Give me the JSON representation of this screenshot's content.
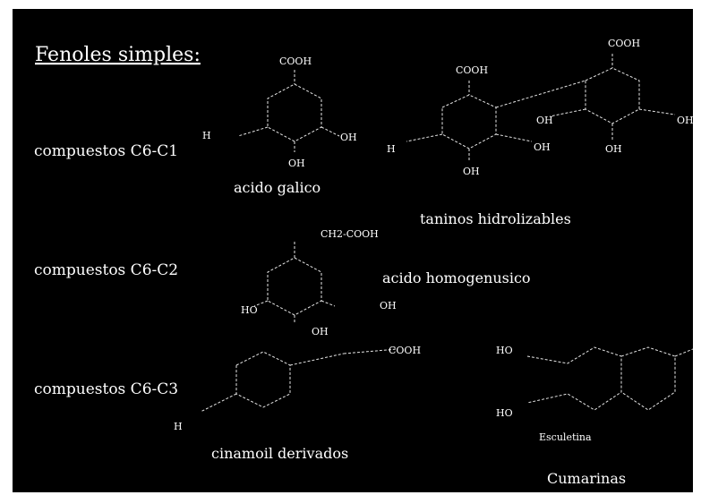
{
  "title": "Fenoles simples:",
  "colors": {
    "background": "#000000",
    "text": "#ffffff"
  },
  "classes": [
    {
      "label": "compuestos C6-C1"
    },
    {
      "label": "compuestos C6-C2"
    },
    {
      "label": "compuestos C6-C3"
    }
  ],
  "captions": {
    "galico": "acido galico",
    "taninos": "taninos hidrolizables",
    "homogentisico": "acido homogenusico",
    "cinamoil": "cinamoil derivados",
    "esculetina": "Esculetina",
    "cumarinas": "Cumarinas",
    "unknown_small": "                "
  },
  "atoms": {
    "cooh_galico": "COOH",
    "oh_left_galico": "H",
    "oh_right_galico": "OH",
    "oh_bottom_galico": "OH",
    "cooh_tanino": "COOH",
    "cooh_tanino_right": "COOH",
    "ho_tanino": "H",
    "oh_tanino_a": "OH",
    "oh_tanino_b": "OH",
    "oh_tanino_c": "OH",
    "oh_tanino_d": "OH",
    "oh_tanino_e": "OH",
    "ch2cooh": "CH2-COOH",
    "ho_homo": "HO",
    "oh_homo_right": "OH",
    "oh_homo_bottom": "OH",
    "cooh_cin": "COOH",
    "h_cin": "H",
    "ho_cum_top": "HO",
    "ho_cum_bottom": "HO"
  }
}
